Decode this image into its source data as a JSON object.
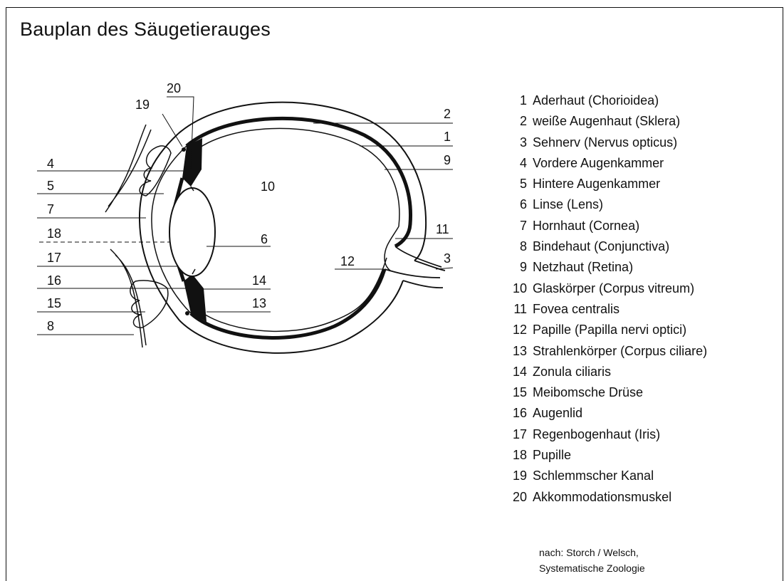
{
  "title": "Bauplan des Säugetierauges",
  "diagram_numbers": {
    "n1": "1",
    "n2": "2",
    "n3": "3",
    "n4": "4",
    "n5": "5",
    "n6": "6",
    "n7": "7",
    "n8": "8",
    "n9": "9",
    "n10": "10",
    "n11": "11",
    "n12": "12",
    "n13": "13",
    "n14": "14",
    "n15": "15",
    "n16": "16",
    "n17": "17",
    "n18": "18",
    "n19": "19",
    "n20": "20"
  },
  "legend": [
    {
      "num": "1",
      "label": "Aderhaut (Chorioidea)"
    },
    {
      "num": "2",
      "label": "weiße Augenhaut (Sklera)"
    },
    {
      "num": "3",
      "label": "Sehnerv (Nervus opticus)"
    },
    {
      "num": "4",
      "label": "Vordere Augenkammer"
    },
    {
      "num": "5",
      "label": "Hintere Augenkammer"
    },
    {
      "num": "6",
      "label": "Linse (Lens)"
    },
    {
      "num": "7",
      "label": "Hornhaut (Cornea)"
    },
    {
      "num": "8",
      "label": "Bindehaut (Conjunctiva)"
    },
    {
      "num": "9",
      "label": "Netzhaut (Retina)"
    },
    {
      "num": "10",
      "label": "Glaskörper (Corpus vitreum)"
    },
    {
      "num": "11",
      "label": "Fovea centralis"
    },
    {
      "num": "12",
      "label": "Papille (Papilla nervi optici)"
    },
    {
      "num": "13",
      "label": "Strahlenkörper (Corpus ciliare)"
    },
    {
      "num": "14",
      "label": "Zonula ciliaris"
    },
    {
      "num": "15",
      "label": "Meibomsche Drüse"
    },
    {
      "num": "16",
      "label": "Augenlid"
    },
    {
      "num": "17",
      "label": "Regenbogenhaut (Iris)"
    },
    {
      "num": "18",
      "label": "Pupille"
    },
    {
      "num": "19",
      "label": "Schlemmscher Kanal"
    },
    {
      "num": "20",
      "label": "Akkommodationsmuskel"
    }
  ],
  "source": {
    "line1": "nach: Storch / Welsch,",
    "line2": "Systematische Zoologie"
  }
}
